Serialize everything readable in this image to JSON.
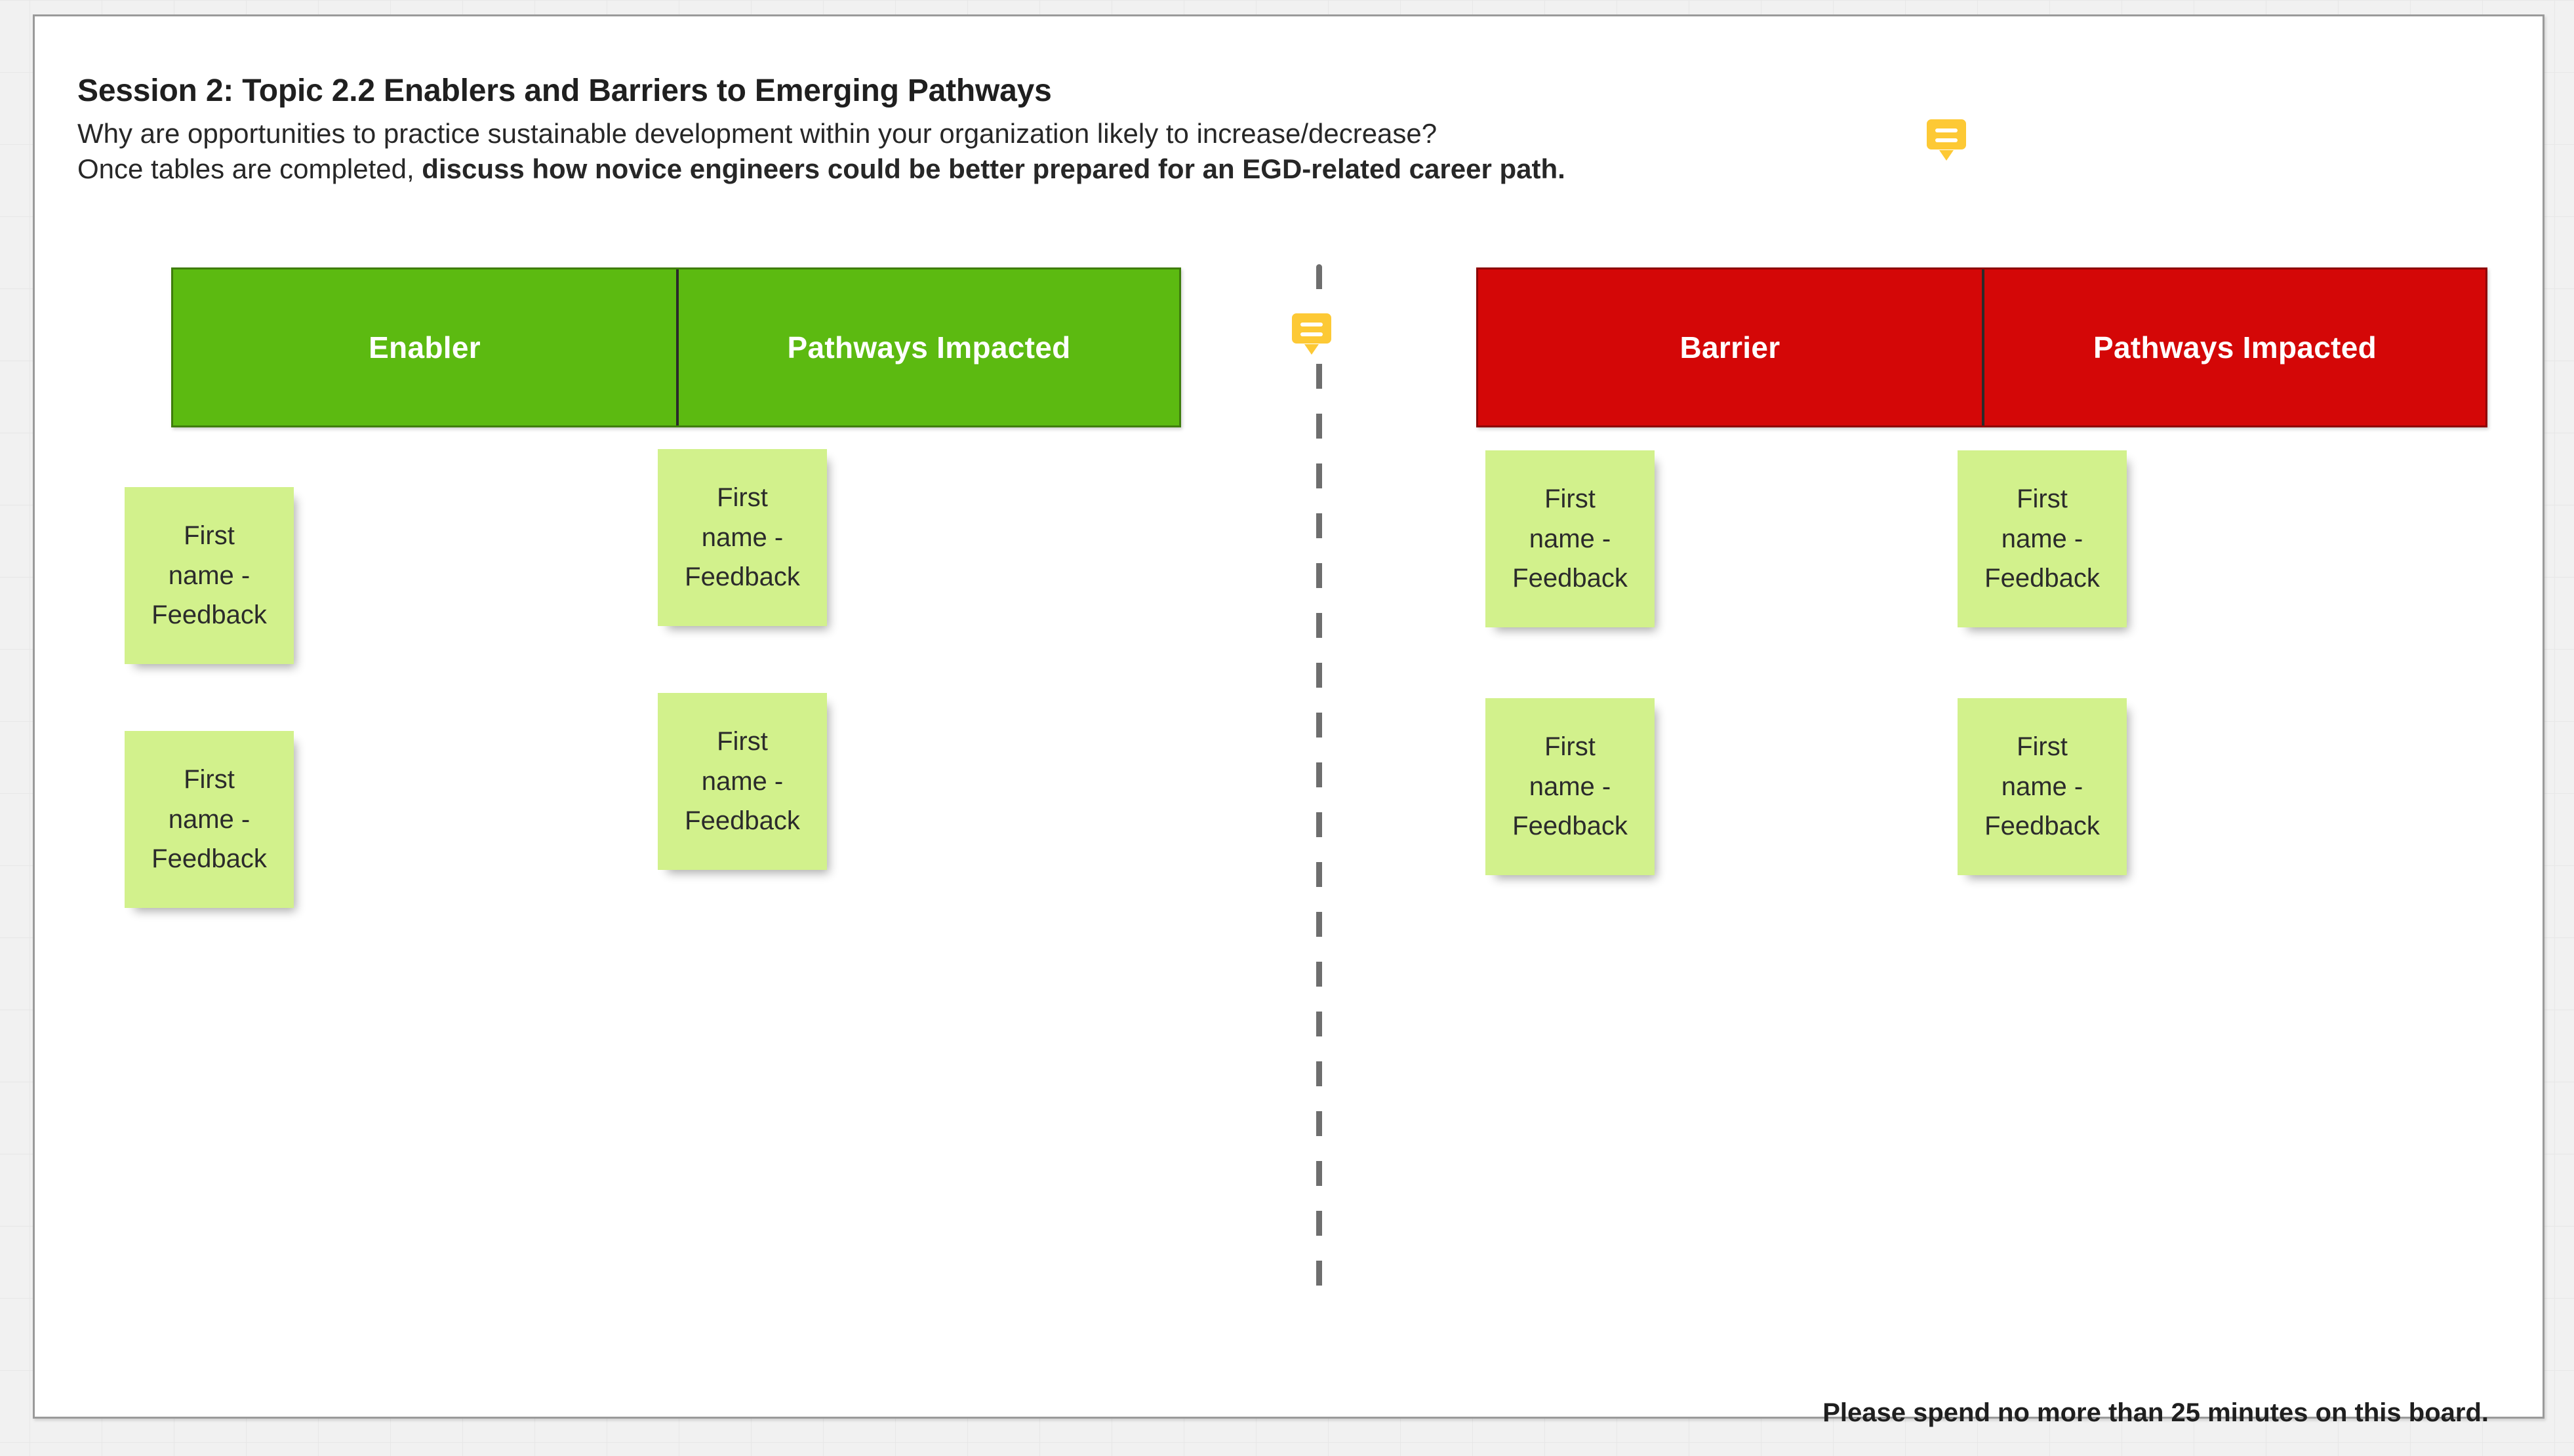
{
  "board": {
    "title": "Session 2: Topic 2.2 Enablers and Barriers to Emerging Pathways",
    "subtitle_line_1": "Why are opportunities to practice sustainable development within your organization likely to increase/decrease?",
    "subtitle_line_2_plain": "Once tables are completed, ",
    "subtitle_line_2_bold": "discuss how novice engineers could be better prepared for an EGD-related career path.",
    "footer": "Please spend no more than 25 minutes on this board."
  },
  "icons": {
    "comment_header": "comment-icon",
    "comment_divider": "comment-icon"
  },
  "colors": {
    "enabler_header_bg": "#5cba11",
    "enabler_header_border": "#3f7d0d",
    "barrier_header_bg": "#d40707",
    "barrier_header_border": "#8d0505",
    "sticky_note_bg": "#d2f18c",
    "comment_icon": "#fdc935",
    "divider": "#6e6e6e",
    "frame_border": "#9a9a9a",
    "canvas_bg": "#f1f1f1"
  },
  "tables": [
    {
      "id": "enabler",
      "columns": [
        "Enabler",
        "Pathways Impacted"
      ],
      "notes": [
        {
          "column": 0,
          "row": 0,
          "text": "First\nname -\nFeedback"
        },
        {
          "column": 0,
          "row": 1,
          "text": "First\nname -\nFeedback"
        },
        {
          "column": 1,
          "row": 0,
          "text": "First\nname -\nFeedback"
        },
        {
          "column": 1,
          "row": 1,
          "text": "First\nname -\nFeedback"
        }
      ]
    },
    {
      "id": "barrier",
      "columns": [
        "Barrier",
        "Pathways Impacted"
      ],
      "notes": [
        {
          "column": 0,
          "row": 0,
          "text": "First\nname -\nFeedback"
        },
        {
          "column": 0,
          "row": 1,
          "text": "First\nname -\nFeedback"
        },
        {
          "column": 1,
          "row": 0,
          "text": "First\nname -\nFeedback"
        },
        {
          "column": 1,
          "row": 1,
          "text": "First\nname -\nFeedback"
        }
      ]
    }
  ]
}
